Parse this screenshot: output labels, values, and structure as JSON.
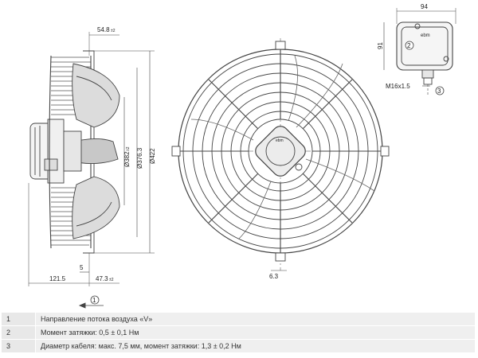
{
  "dimensions": {
    "d_54_8": "54.8",
    "d_54_8_tol": "±2",
    "d_121_5": "121.5",
    "d_5": "5",
    "d_47_3": "47.3",
    "d_47_3_tol": "±2",
    "d_382": "Ø382",
    "d_382_tol": "±2",
    "d_376_3": "Ø376.3",
    "d_422": "Ø422",
    "d_6_3": "6.3",
    "d_94": "94",
    "d_91": "91",
    "d_m16": "M16x1.5"
  },
  "markers": {
    "m1": "1",
    "m2": "2",
    "m3": "3"
  },
  "brand": "ebm",
  "legend": [
    {
      "num": "1",
      "text": "Направление потока воздуха «V»"
    },
    {
      "num": "2",
      "text": "Момент затяжки: 0,5 ± 0,1 Нм"
    },
    {
      "num": "3",
      "text": "Диаметр кабеля: макс. 7,5 мм, момент затяжки: 1,3 ± 0,2 Нм"
    }
  ]
}
